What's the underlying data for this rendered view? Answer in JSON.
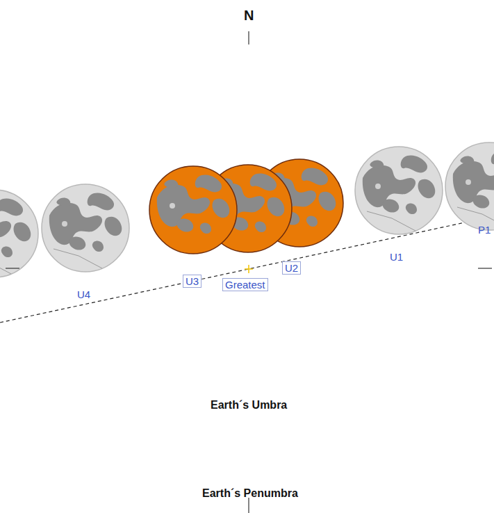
{
  "diagram": {
    "nodes": [
      {
        "text": [
          "Earth´s Penumbra"
        ]
      },
      {
        "text": [
          "Earth´s Umbra"
        ],
        "in": 0
      }
    ],
    "labels": [
      "N",
      "P1",
      "U1",
      "U2",
      "Greatest",
      "U3",
      "U4"
    ]
  }
}
